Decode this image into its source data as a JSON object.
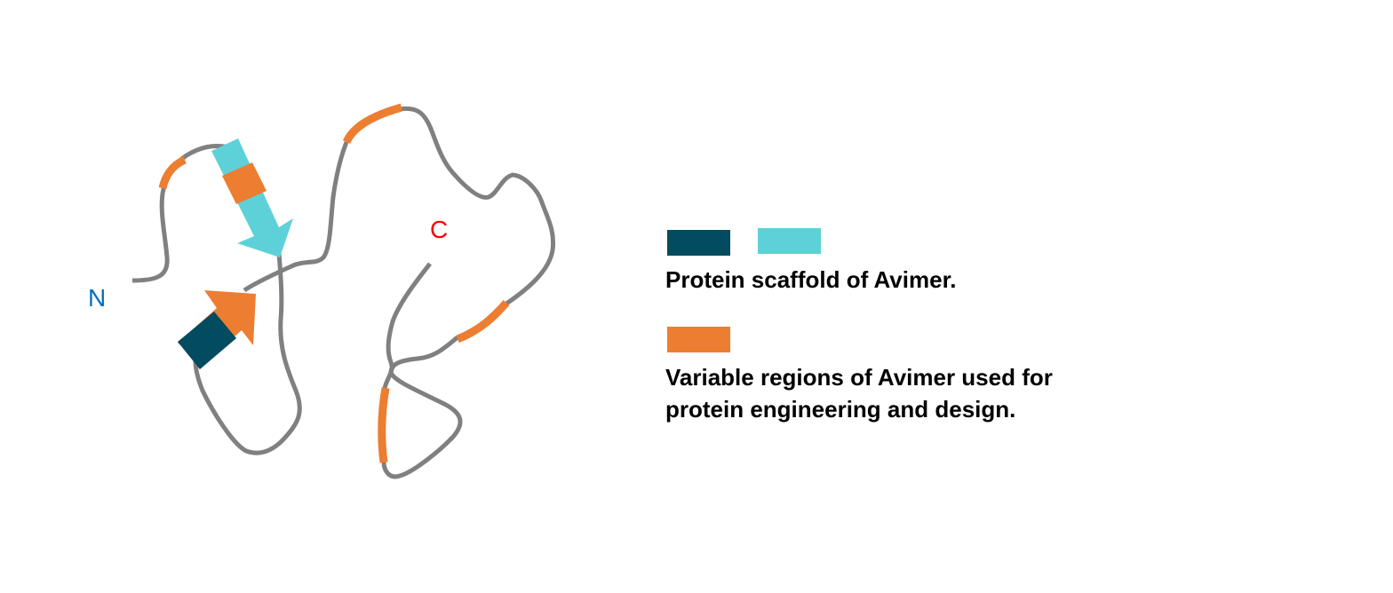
{
  "labels": {
    "n_terminus": "N",
    "c_terminus": "C"
  },
  "colors": {
    "backbone": "#808080",
    "variable": "#ED7D31",
    "scaffold_dark": "#034B5F",
    "scaffold_light": "#5ED1D8",
    "n_label": "#0070C0",
    "c_label": "#FF0000"
  },
  "legend": {
    "scaffold_text": "Protein scaffold of Avimer.",
    "variable_text_line1": "Variable regions of Avimer used for",
    "variable_text_line2": "protein engineering and design."
  }
}
